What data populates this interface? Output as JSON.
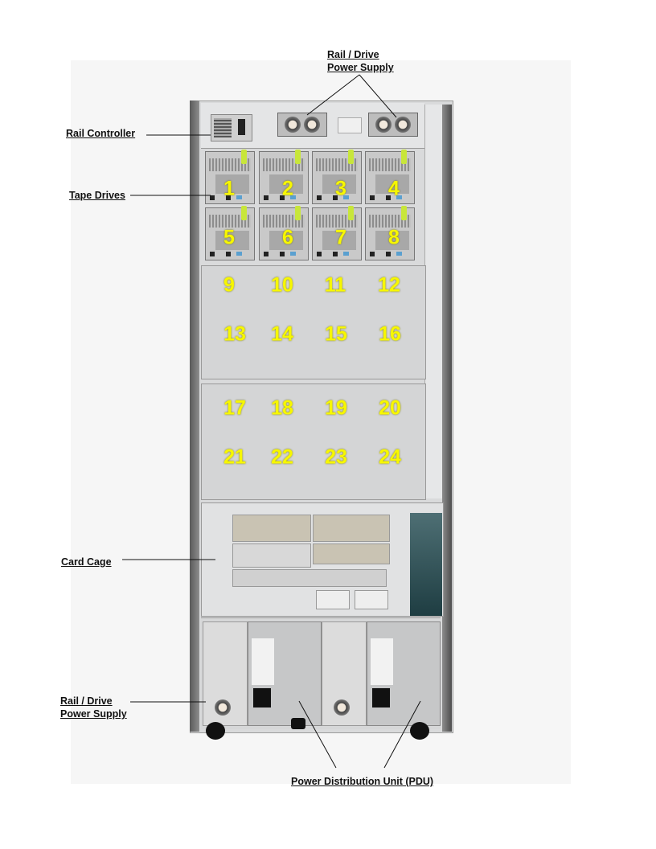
{
  "labels": {
    "top_power_supply": [
      "Rail / Drive",
      "Power Supply"
    ],
    "rail_controller": "Rail Controller",
    "tape_drives": "Tape Drives",
    "card_cage": "Card Cage",
    "bottom_power_supply": [
      "Rail / Drive",
      "Power Supply"
    ],
    "pdu": "Power Distribution Unit (PDU)"
  },
  "drive_slots": [
    "1",
    "2",
    "3",
    "4",
    "5",
    "6",
    "7",
    "8",
    "9",
    "10",
    "11",
    "12",
    "13",
    "14",
    "15",
    "16",
    "17",
    "18",
    "19",
    "20",
    "21",
    "22",
    "23",
    "24"
  ],
  "colors": {
    "slot_number": "#f7f700",
    "handle": "#c8e63a"
  }
}
